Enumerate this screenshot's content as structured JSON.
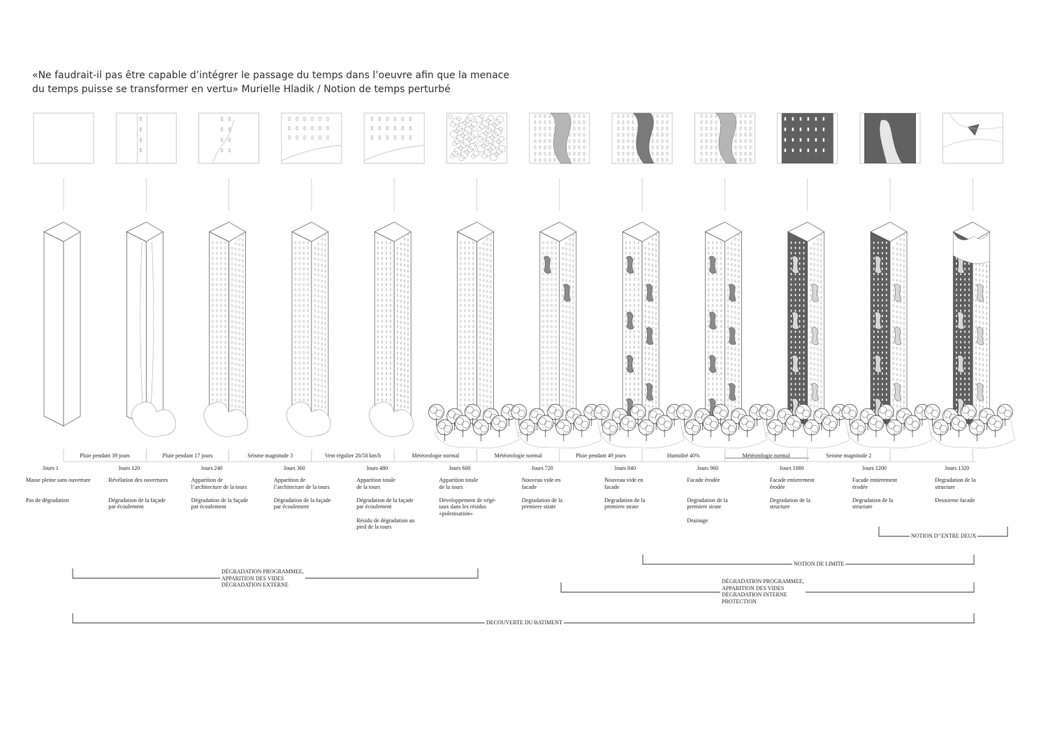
{
  "quote": {
    "line1": "«Ne faudrait-il pas être capable d’intégrer le passage du temps dans l’oeuvre afin que la menace",
    "line2": "du temps puisse se transformer en vertu» Murielle Hladik / Notion de temps perturbé"
  },
  "conditions": [
    "Pluie pendant 39 jours",
    "Pluie pendant 17 jours",
    "Séisme magnitude 3",
    "Vent régulier 20/50 km/h",
    "Météorologie normal",
    "Météorologie normal",
    "Pluie pendant 49 jours",
    "Humidité 40%",
    "Météorologie normal",
    "Seisme magnitude 2"
  ],
  "stages": [
    {
      "day": "Jours 1",
      "lines": [
        "Masse pleine sans ouverture",
        "",
        "",
        "Pas de dégradation"
      ],
      "tower": "plain",
      "veg": false,
      "icon": "empty"
    },
    {
      "day": "Jours 120",
      "lines": [
        "Révélation des ouvertures",
        "",
        "",
        "Dégradation de la façade",
        "par écoulement"
      ],
      "tower": "cracked",
      "veg": false,
      "icon": "split"
    },
    {
      "day": "Jours 240",
      "lines": [
        "Apparition de",
        "l’architecture de la tours",
        "",
        "Dégradation de la façade",
        "par écoulement"
      ],
      "tower": "windows",
      "veg": false,
      "icon": "curve"
    },
    {
      "day": "Jours 360",
      "lines": [
        "Apparition de",
        "l’architecture de la tours",
        "",
        "Dégradation de la façade",
        "par écoulement"
      ],
      "tower": "windows",
      "veg": false,
      "icon": "windows"
    },
    {
      "day": "Jours 480",
      "lines": [
        "Apparition totale",
        "de la tours",
        "",
        "Dégradation de la façade",
        "par écoulement",
        "",
        "Résidu de dégradation au",
        "pied de la tours"
      ],
      "tower": "windows",
      "veg": false,
      "icon": "windows"
    },
    {
      "day": "Jours 600",
      "lines": [
        "Apparition totale",
        "de la tours",
        "",
        "Développement de végé-",
        "taux dans les résidus",
        "«polenisation»"
      ],
      "tower": "windows",
      "veg": true,
      "icon": "tree"
    },
    {
      "day": "Jours 720",
      "lines": [
        "Nouveau vide en",
        "facade",
        "",
        "Degradation de la",
        "premiere strate"
      ],
      "tower": "voids-few",
      "veg": true,
      "icon": "blob"
    },
    {
      "day": "Jours 840",
      "lines": [
        "Nouveau vide en",
        "facade",
        "",
        "Degradation de la",
        "premiere strate"
      ],
      "tower": "voids",
      "veg": true,
      "icon": "blob-dark"
    },
    {
      "day": "Jours 960",
      "lines": [
        "Facade érodée",
        "",
        "",
        "Degradation de la",
        "premiere strate",
        "",
        "Drainage"
      ],
      "tower": "voids",
      "veg": true,
      "icon": "blob"
    },
    {
      "day": "Jours 1080",
      "lines": [
        "Facade  entierement",
        "érodée",
        "",
        "Degradation de la",
        "structure"
      ],
      "tower": "dark",
      "veg": true,
      "icon": "hatch"
    },
    {
      "day": "Jours 1200",
      "lines": [
        "Facade  entierement",
        "érodée",
        "",
        "Degradation de la",
        "structure"
      ],
      "tower": "dark",
      "veg": true,
      "icon": "hatch-blob"
    },
    {
      "day": "Jours 1320",
      "lines": [
        "Degradation de la",
        "structure",
        "",
        "Deuxieme facade"
      ],
      "tower": "ruin",
      "veg": true,
      "icon": "ruin"
    }
  ],
  "brackets": {
    "entre_deux": "NOTION D’’ENTRE DEUX",
    "limite": "NOTION DE LIMITE",
    "externe": [
      "DÉGRADATION PROGRAMMEE,",
      "APPARITION DES VIDES",
      "DÉGRADATION EXTERNE"
    ],
    "interne": [
      "DÉGRADATION PROGRAMMEE,",
      "APPARITION DES VIDES",
      "DÉGRADATION INTERNE",
      "PROTECTION"
    ],
    "decouverte": "DECOUVERTE DU BATIMENT"
  }
}
